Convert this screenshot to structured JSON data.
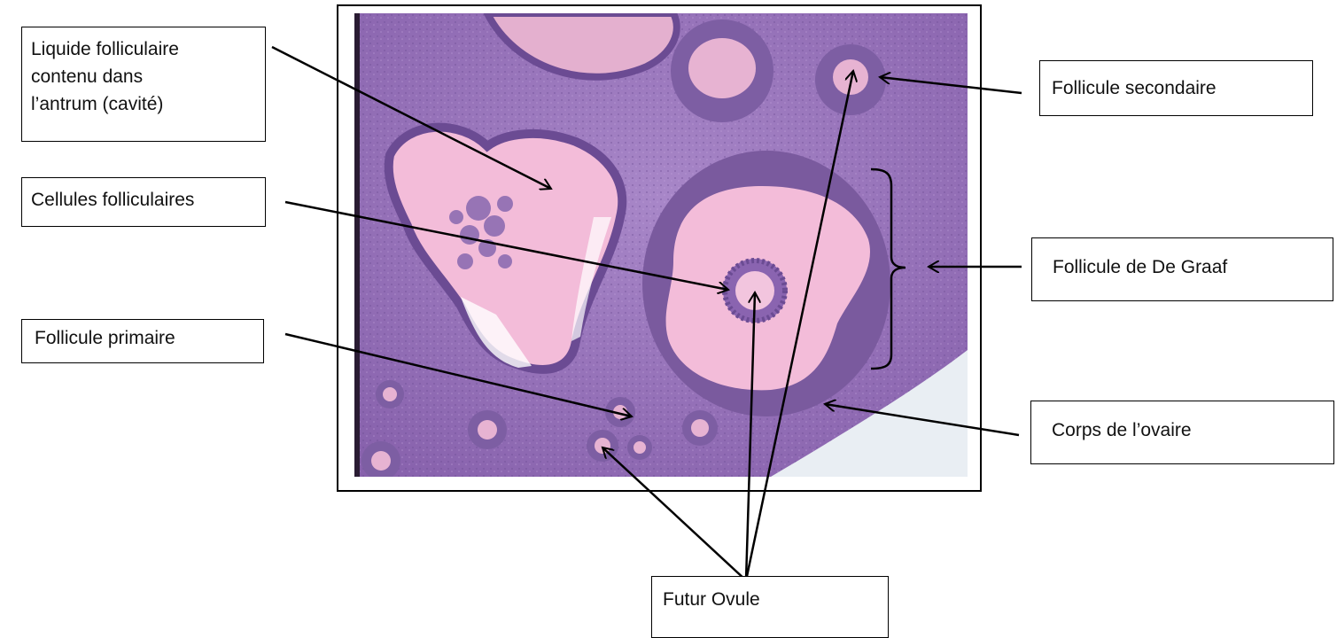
{
  "labels": {
    "liquide": [
      "Liquide folliculaire",
      "contenu dans",
      "l’antrum (cavité)"
    ],
    "cellules": "Cellules folliculaires",
    "primaire": "Follicule primaire",
    "secondaire": "Follicule secondaire",
    "de_graaf": "Follicule de De Graaf",
    "corps": "Corps de l’ovaire",
    "futur_ovule": "Futur Ovule"
  },
  "colors": {
    "tissue": "#9a73b8",
    "tissue_dark": "#7a5a9e",
    "antrum": "#f3bcd9",
    "background_slide": "#e9eef3",
    "line": "#000000"
  }
}
